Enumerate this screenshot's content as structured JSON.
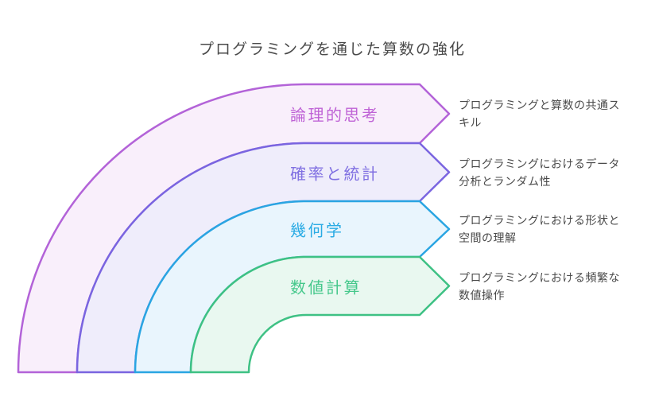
{
  "title": "プログラミングを通じた算数の強化",
  "colors": {
    "background": "#ffffff",
    "title_text": "#4a4a4a",
    "description_text": "#4a4a4a"
  },
  "bands": [
    {
      "label": "論理的思考",
      "description": "プログラミングと算数の共通ス\nキル",
      "stroke": "#b363d8",
      "fill": "#f9effb",
      "label_color": "#bf63d6"
    },
    {
      "label": "確率と統計",
      "description": "プログラミングにおけるデータ\n分析とランダム性",
      "stroke": "#7a65e0",
      "fill": "#efedfb",
      "label_color": "#8070e2"
    },
    {
      "label": "幾何学",
      "description": "プログラミングにおける形状と\n空間の理解",
      "stroke": "#2aa5e2",
      "fill": "#e9f5fd",
      "label_color": "#2aabe4"
    },
    {
      "label": "数値計算",
      "description": "プログラミングにおける頻繁な\n数値操作",
      "stroke": "#3ec184",
      "fill": "#e9f8f0",
      "label_color": "#46c88c"
    }
  ]
}
